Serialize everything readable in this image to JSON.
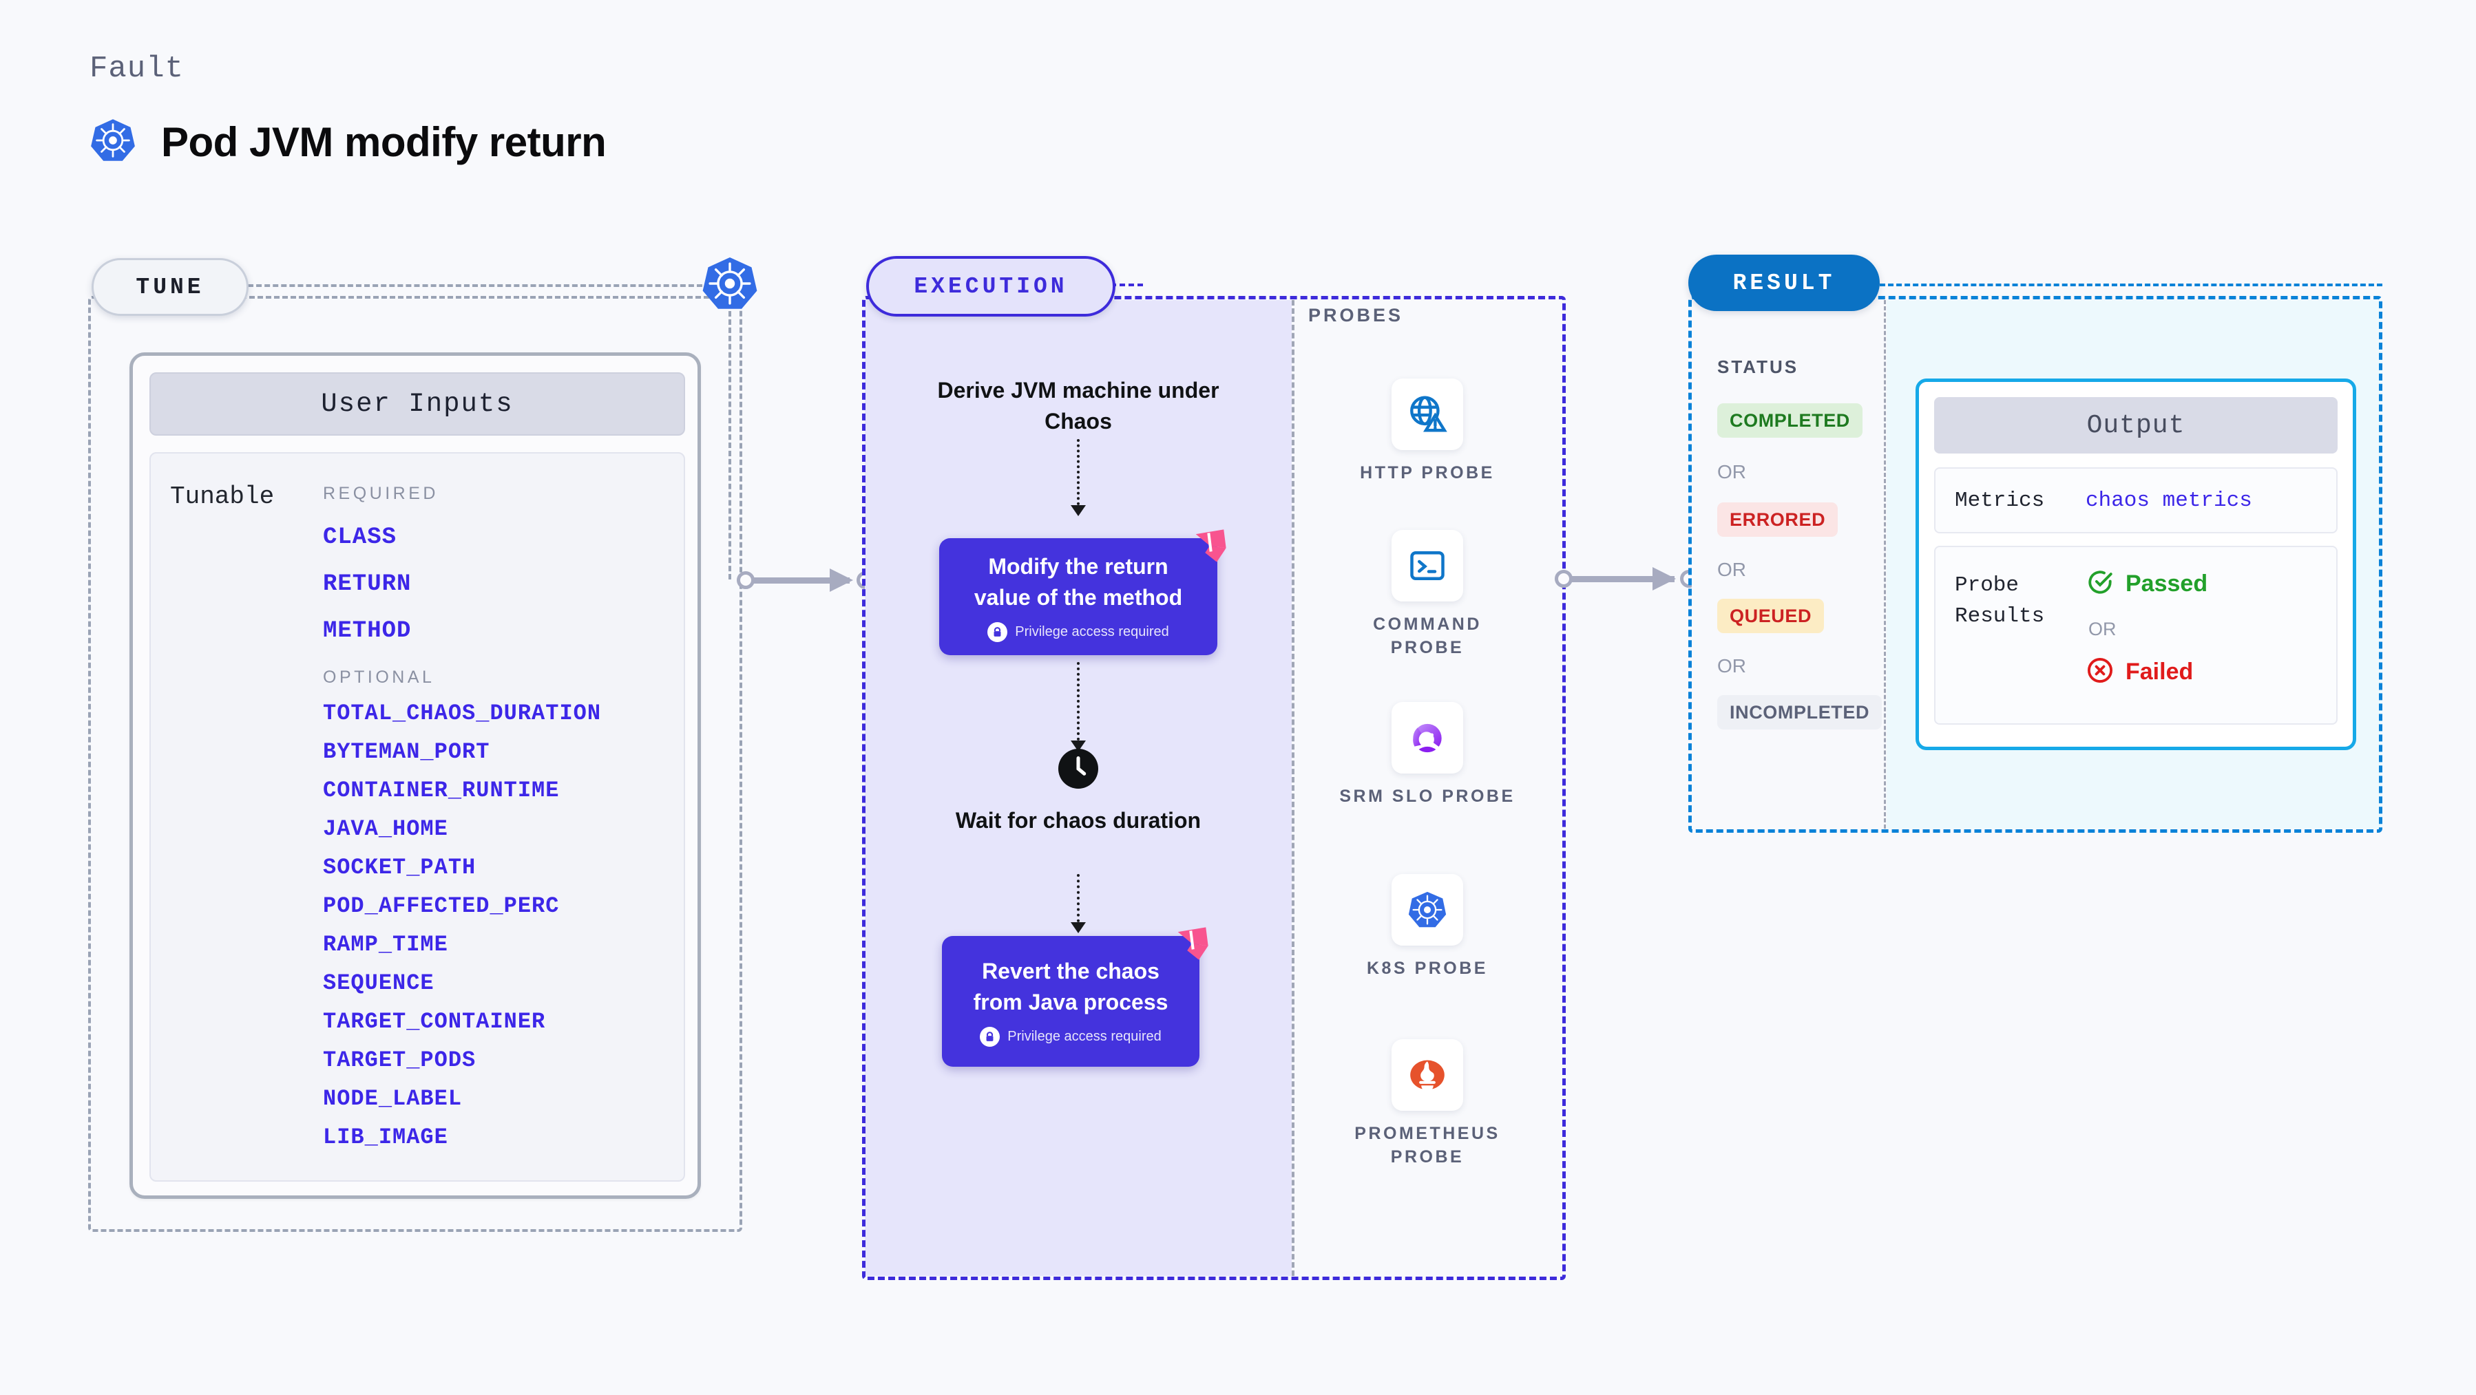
{
  "header": {
    "eyebrow": "Fault",
    "title": "Pod JVM modify return",
    "icon": "kubernetes-icon"
  },
  "tune": {
    "pill_label": "TUNE",
    "badge_icon": "kubernetes-icon",
    "card_title": "User Inputs",
    "tunable_label": "Tunable",
    "required_label": "REQUIRED",
    "optional_label": "OPTIONAL",
    "required": [
      "CLASS",
      "RETURN",
      "METHOD"
    ],
    "optional": [
      "TOTAL_CHAOS_DURATION",
      "BYTEMAN_PORT",
      "CONTAINER_RUNTIME",
      "JAVA_HOME",
      "SOCKET_PATH",
      "POD_AFFECTED_PERC",
      "RAMP_TIME",
      "SEQUENCE",
      "TARGET_CONTAINER",
      "TARGET_PODS",
      "NODE_LABEL",
      "LIB_IMAGE"
    ]
  },
  "execution": {
    "pill_label": "EXECUTION",
    "step_derive": "Derive JVM machine under Chaos",
    "step1": {
      "title": "Modify the return value of the method",
      "privilege": "Privilege access required",
      "badge_icon": "litmus-flag-icon",
      "lock_icon": "lock-icon"
    },
    "wait": {
      "icon": "clock-icon",
      "text": "Wait for chaos duration"
    },
    "step2": {
      "title": "Revert the chaos from Java process",
      "privilege": "Privilege access required",
      "badge_icon": "litmus-flag-icon",
      "lock_icon": "lock-icon"
    }
  },
  "probes": {
    "label": "PROBES",
    "items": [
      {
        "name": "HTTP PROBE",
        "icon": "globe-warning-icon"
      },
      {
        "name": "COMMAND PROBE",
        "icon": "terminal-icon"
      },
      {
        "name": "SRM SLO PROBE",
        "icon": "gauge-check-icon"
      },
      {
        "name": "K8S PROBE",
        "icon": "kubernetes-icon"
      },
      {
        "name": "PROMETHEUS PROBE",
        "icon": "prometheus-flame-icon"
      }
    ]
  },
  "result": {
    "pill_label": "RESULT",
    "status_label": "STATUS",
    "or_label": "OR",
    "statuses": [
      {
        "label": "COMPLETED",
        "fg": "#1e7a20",
        "bg": "#ddf0da"
      },
      {
        "label": "ERRORED",
        "fg": "#cc2222",
        "bg": "#fbe5e5"
      },
      {
        "label": "QUEUED",
        "fg": "#cc2222",
        "bg": "#fcecc4"
      },
      {
        "label": "INCOMPLETED",
        "fg": "#5b6178",
        "bg": "#eef0f5"
      }
    ],
    "output": {
      "title": "Output",
      "metrics_label": "Metrics",
      "metrics_value": "chaos metrics",
      "probe_results_label": "Probe Results",
      "passed": "Passed",
      "failed": "Failed",
      "or_label": "OR",
      "passed_icon": "check-circle-icon",
      "failed_icon": "x-circle-icon",
      "passed_color": "#22a02a",
      "failed_color": "#e01b1b"
    }
  },
  "colors": {
    "accent_purple": "#3c26e8",
    "step_purple": "#4433dd",
    "result_blue": "#0b72c4",
    "k8s_blue": "#326ce5",
    "flag_pink": "#f8548f"
  }
}
